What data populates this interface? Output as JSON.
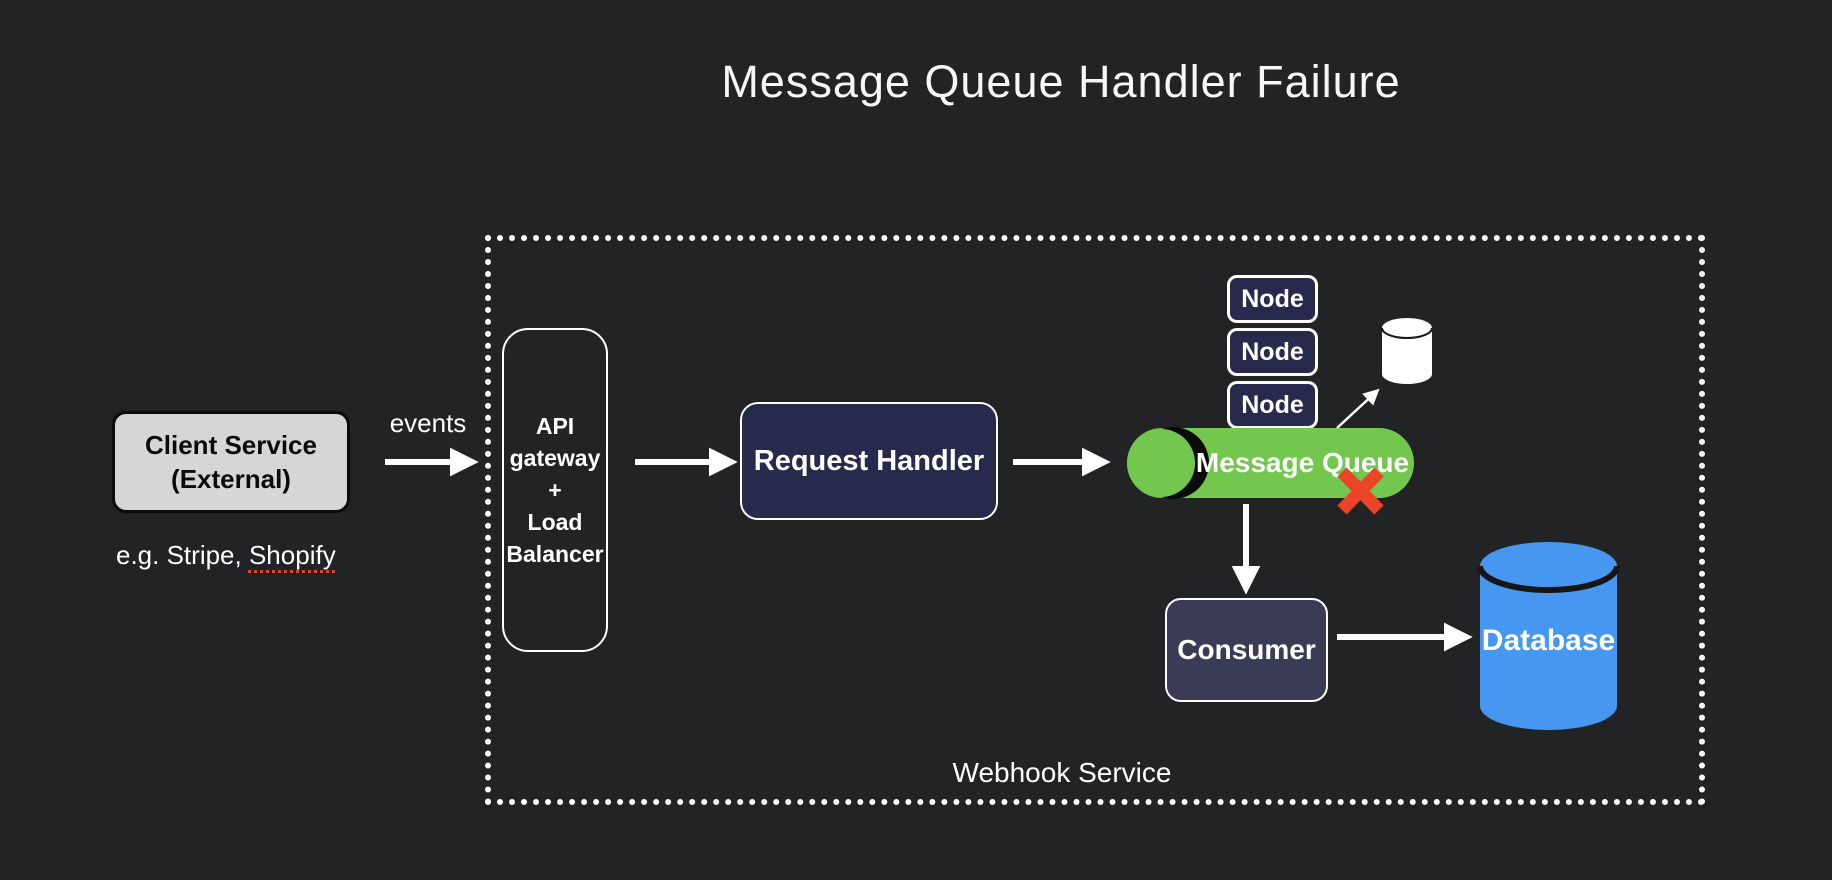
{
  "title": "Message Queue Handler Failure",
  "client_service": {
    "line1": "Client Service",
    "line2": "(External)",
    "caption": "e.g. Stripe,",
    "caption_flagged": "Shopify"
  },
  "edges": {
    "events_label": "events"
  },
  "webhook_service": {
    "label": "Webhook Service"
  },
  "api_gateway": {
    "lines": [
      "API",
      "gateway",
      "+",
      "Load",
      "Balancer"
    ]
  },
  "request_handler": {
    "label": "Request Handler"
  },
  "node_cluster": {
    "labels": [
      "Node",
      "Node",
      "Node"
    ]
  },
  "message_queue": {
    "label": "Message Queue"
  },
  "consumer": {
    "label": "Consumer"
  },
  "database": {
    "label": "Database"
  },
  "colors": {
    "background": "#222324",
    "client_box_gray": "#d6d6d6",
    "navy_box": "#272a4d",
    "consumer_box": "#3a3c55",
    "queue_green": "#73c64e",
    "failure_red": "#eb4426",
    "database_blue": "#4797f0",
    "white": "#ffffff"
  }
}
